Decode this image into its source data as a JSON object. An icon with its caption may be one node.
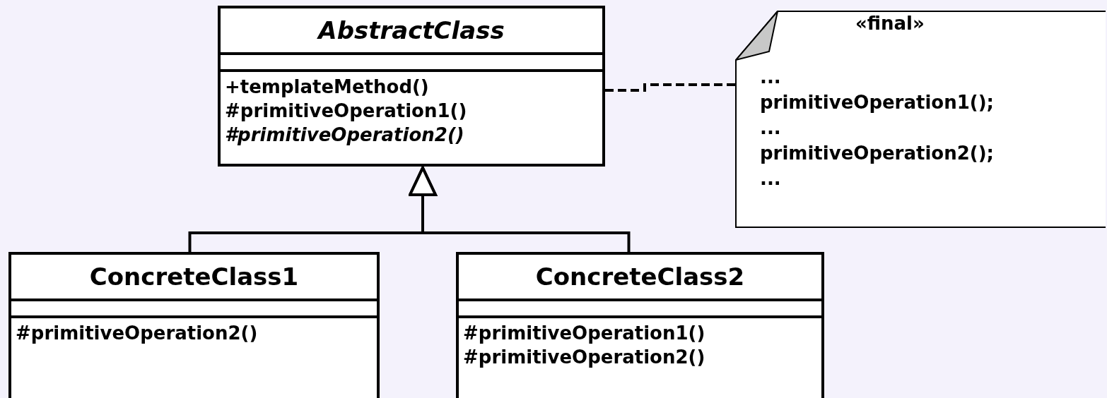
{
  "diagram": {
    "nodes": [
      {
        "text": [
          "AbstractClass",
          "+templateMethod()",
          "#primitiveOperation1()",
          "#primitiveOperation2()"
        ]
      },
      {
        "text": [
          "ConcreteClass1",
          "#primitiveOperation2()"
        ]
      },
      {
        "text": [
          "ConcreteClass2",
          "#primitiveOperation1()",
          "#primitiveOperation2()"
        ]
      },
      {
        "text": [
          "«final»",
          "...",
          "primitiveOperation1();",
          "...",
          "primitiveOperation2();",
          "..."
        ]
      }
    ],
    "edges": [
      {
        "from": 1,
        "to": 0,
        "arrow": "to"
      },
      {
        "from": 2,
        "to": 0,
        "arrow": "to"
      },
      {
        "from": 0,
        "to": 3,
        "arrow": "none",
        "style": "dashed"
      }
    ]
  }
}
